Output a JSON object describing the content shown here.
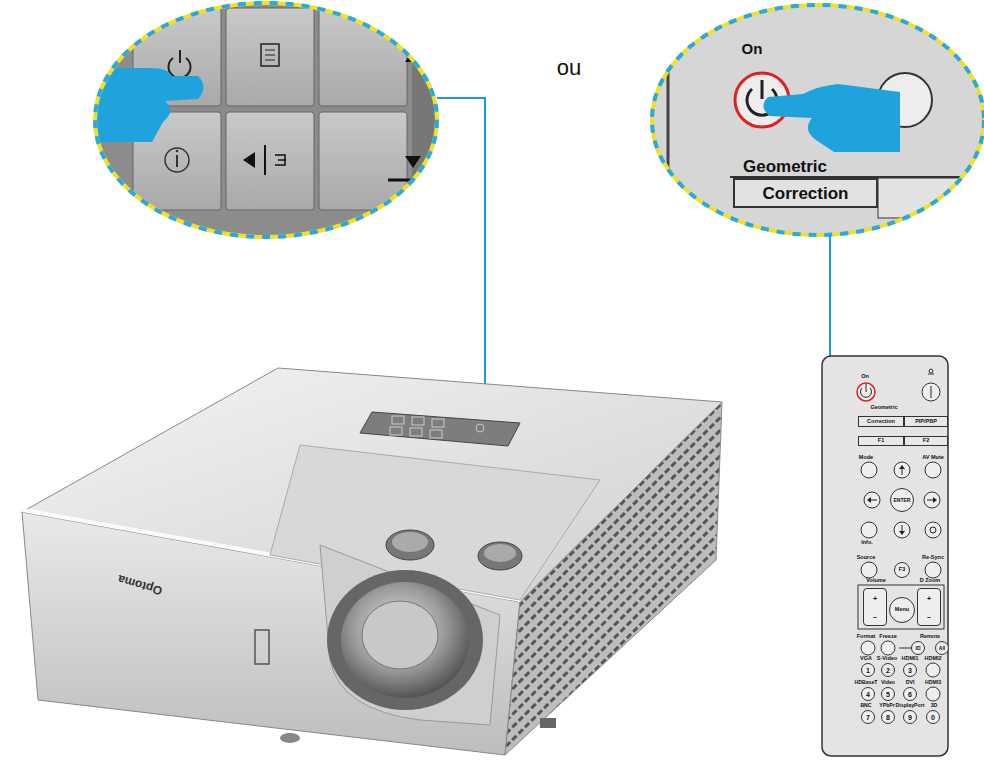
{
  "diagram": {
    "nodes": [
      {
        "text": [
          "Correction"
        ]
      },
      {
        "text": [
          "Correction"
        ]
      },
      {
        "text": [
          "PIP/PBP"
        ]
      },
      {
        "text": [
          "F1"
        ]
      },
      {
        "text": [
          "F2"
        ]
      },
      {
        "text": [
          "ENTER"
        ]
      },
      {
        "text": [
          "F3"
        ]
      },
      {
        "text": [
          "+",
          "–"
        ]
      },
      {
        "text": [
          "Menu"
        ]
      },
      {
        "text": [
          "+",
          "–"
        ]
      },
      {
        "text": [
          "ID"
        ]
      },
      {
        "text": [
          "All"
        ]
      },
      {
        "text": [
          "1"
        ]
      },
      {
        "text": [
          "2"
        ]
      },
      {
        "text": [
          "3"
        ]
      },
      {
        "text": [
          "4"
        ]
      },
      {
        "text": [
          "5"
        ]
      },
      {
        "text": [
          "6"
        ]
      },
      {
        "text": [
          "7"
        ]
      },
      {
        "text": [
          "8"
        ]
      },
      {
        "text": [
          "9"
        ]
      },
      {
        "text": [
          "0"
        ]
      }
    ],
    "labels": [
      "ou",
      "On",
      "Geometric",
      "Optoma",
      "On",
      "Geometric",
      "Mode",
      "AV Mute",
      "Info.",
      "Source",
      "Re-Sync",
      "Volume",
      "D Zoom",
      "Format",
      "Freeze",
      "Remote",
      "VGA",
      "S-Video",
      "HDMI1",
      "HDMI2",
      "HDBaseT",
      "Video",
      "DVI",
      "HDMI3",
      "BNC",
      "YPbPr",
      "DisplayPort",
      "3D"
    ]
  }
}
